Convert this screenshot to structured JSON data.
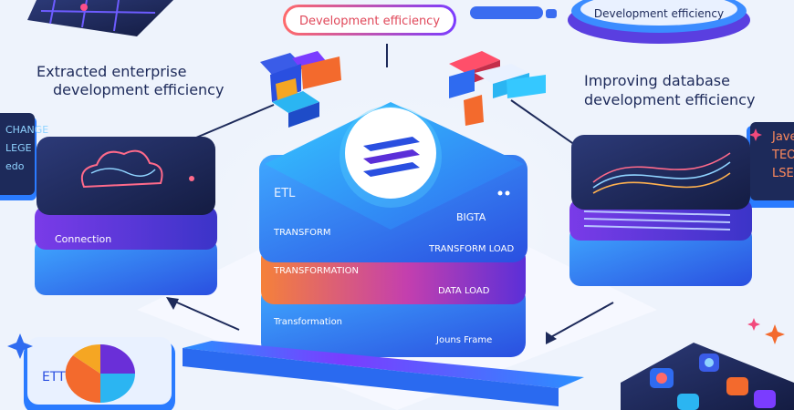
{
  "title_pill": "Development efficiency",
  "top_right_pill": "Development efficiency",
  "left_caption": {
    "line1": "Extracted enterprise",
    "line2": "development efficiency"
  },
  "right_caption": {
    "line1": "Improving database",
    "line2": "development efficiency"
  },
  "left_card": {
    "line1": "CHANGE",
    "line2": "LEGE",
    "line3": "edo"
  },
  "right_card": {
    "line1": "Jave",
    "line2": "TEO",
    "line3": "LSEo"
  },
  "central_stack": {
    "top_label": "ETL",
    "top_right_label": "BIGTA",
    "layers": [
      {
        "left": "TRANSFORM",
        "right": "TRANSFORM LOAD"
      },
      {
        "left": "TRANSFORMATION",
        "right": "DATA LOAD"
      },
      {
        "left": "Transformation",
        "right": "Jouns Frame"
      }
    ]
  },
  "left_stack_label": "Connection",
  "pie_label": "ETT",
  "colors": {
    "blue": "#2f6bf0",
    "cyan": "#2bb5f2",
    "purple": "#6a2fd8",
    "orange": "#f36a2d",
    "pink": "#f24a7c",
    "navy": "#1d2a5a"
  }
}
